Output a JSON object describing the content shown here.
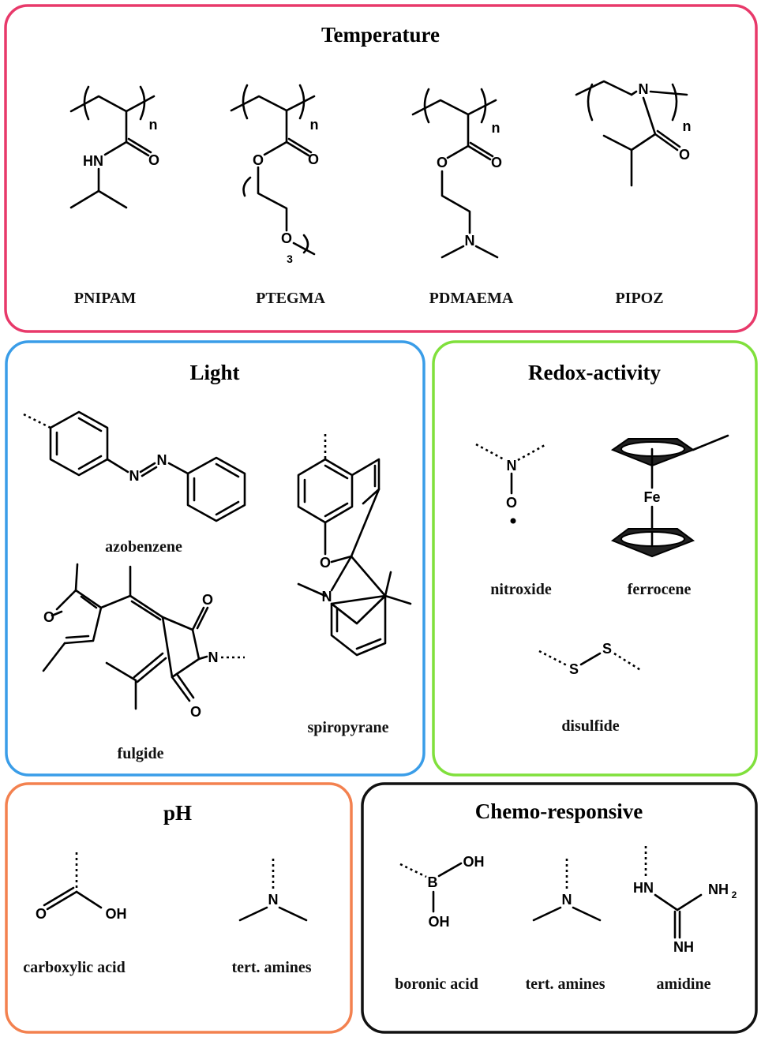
{
  "panels": {
    "temperature": {
      "title": "Temperature",
      "color": "#e8396a",
      "compounds": [
        "PNIPAM",
        "PTEGMA",
        "PDMAEMA",
        "PIPOZ"
      ]
    },
    "light": {
      "title": "Light",
      "color": "#3a9de8",
      "compounds": [
        "azobenzene",
        "fulgide",
        "spiropyrane"
      ]
    },
    "redox": {
      "title": "Redox-activity",
      "color": "#80e03c",
      "compounds": [
        "nitroxide",
        "ferrocene",
        "disulfide"
      ]
    },
    "ph": {
      "title": "pH",
      "color": "#f3814f",
      "compounds": [
        "carboxylic acid",
        "tert. amines"
      ]
    },
    "chemo": {
      "title": "Chemo-responsive",
      "color": "#111111",
      "compounds": [
        "boronic acid",
        "tert. amines",
        "amidine"
      ]
    }
  },
  "atoms": {
    "n": "n",
    "HN": "HN",
    "O": "O",
    "N": "N",
    "three": "3",
    "Fe": "Fe",
    "S": "S",
    "OH": "OH",
    "B": "B",
    "NH": "NH",
    "NH2": "NH",
    "sub2": "2"
  }
}
